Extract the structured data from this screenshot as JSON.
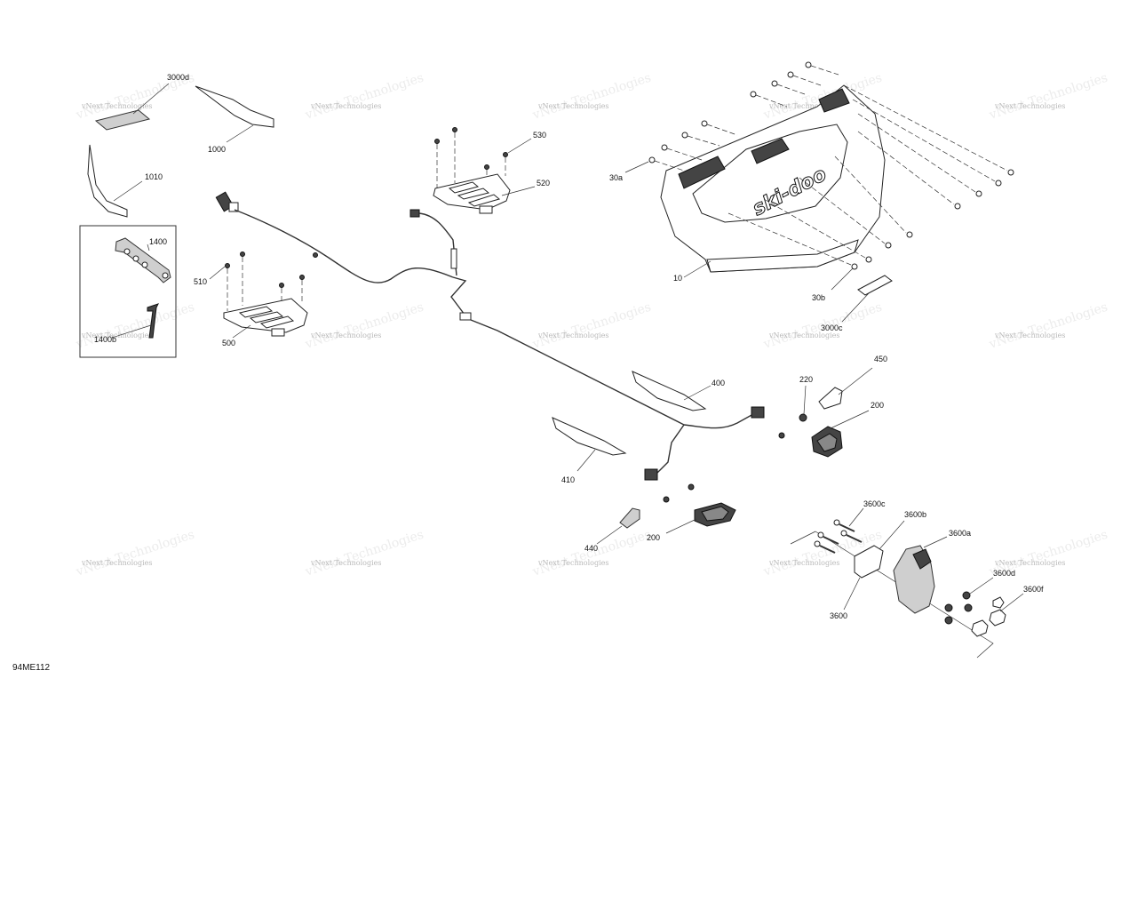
{
  "diagram_code": "94ME112",
  "watermark_text": "vNext Technologies",
  "brand_logo_text": "ski-doo",
  "labels": {
    "l3000d": "3000d",
    "l1000": "1000",
    "l1010": "1010",
    "l1400": "1400",
    "l1400b": "1400b",
    "l510": "510",
    "l500": "500",
    "l530": "530",
    "l520": "520",
    "l30a": "30a",
    "l10": "10",
    "l30b": "30b",
    "l3000c": "3000c",
    "l400": "400",
    "l410": "410",
    "l440": "440",
    "l450": "450",
    "l220": "220",
    "l200a": "200",
    "l200b": "200",
    "l3600": "3600",
    "l3600a": "3600a",
    "l3600b": "3600b",
    "l3600c": "3600c",
    "l3600d": "3600d",
    "l3600f": "3600f"
  }
}
